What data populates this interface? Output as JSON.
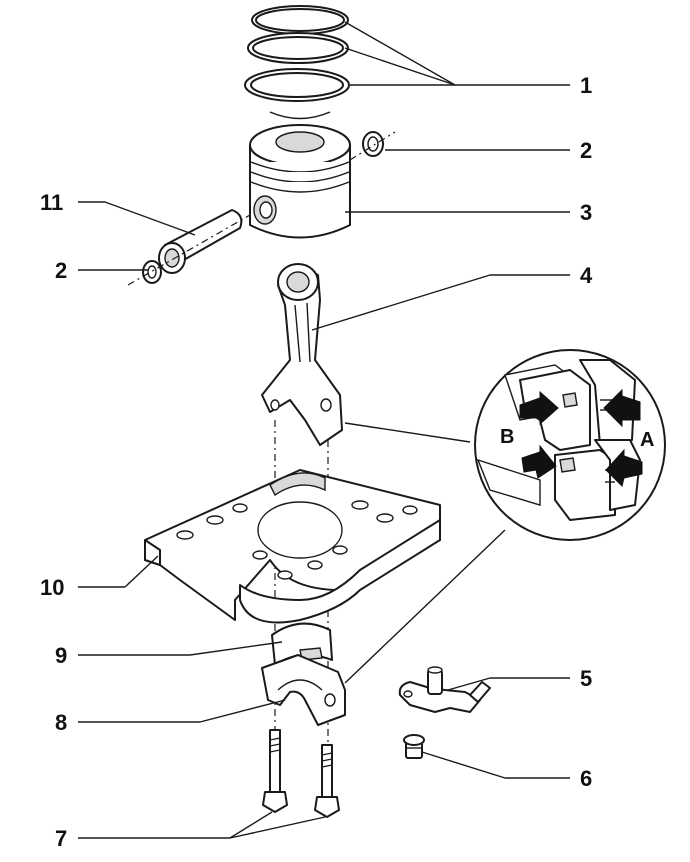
{
  "callouts": {
    "c1": "1",
    "c2a": "2",
    "c2b": "2",
    "c3": "3",
    "c4": "4",
    "c5": "5",
    "c6": "6",
    "c7": "7",
    "c8": "8",
    "c9": "9",
    "c10": "10",
    "c11": "11"
  },
  "detail": {
    "label_a": "A",
    "label_b": "B"
  }
}
